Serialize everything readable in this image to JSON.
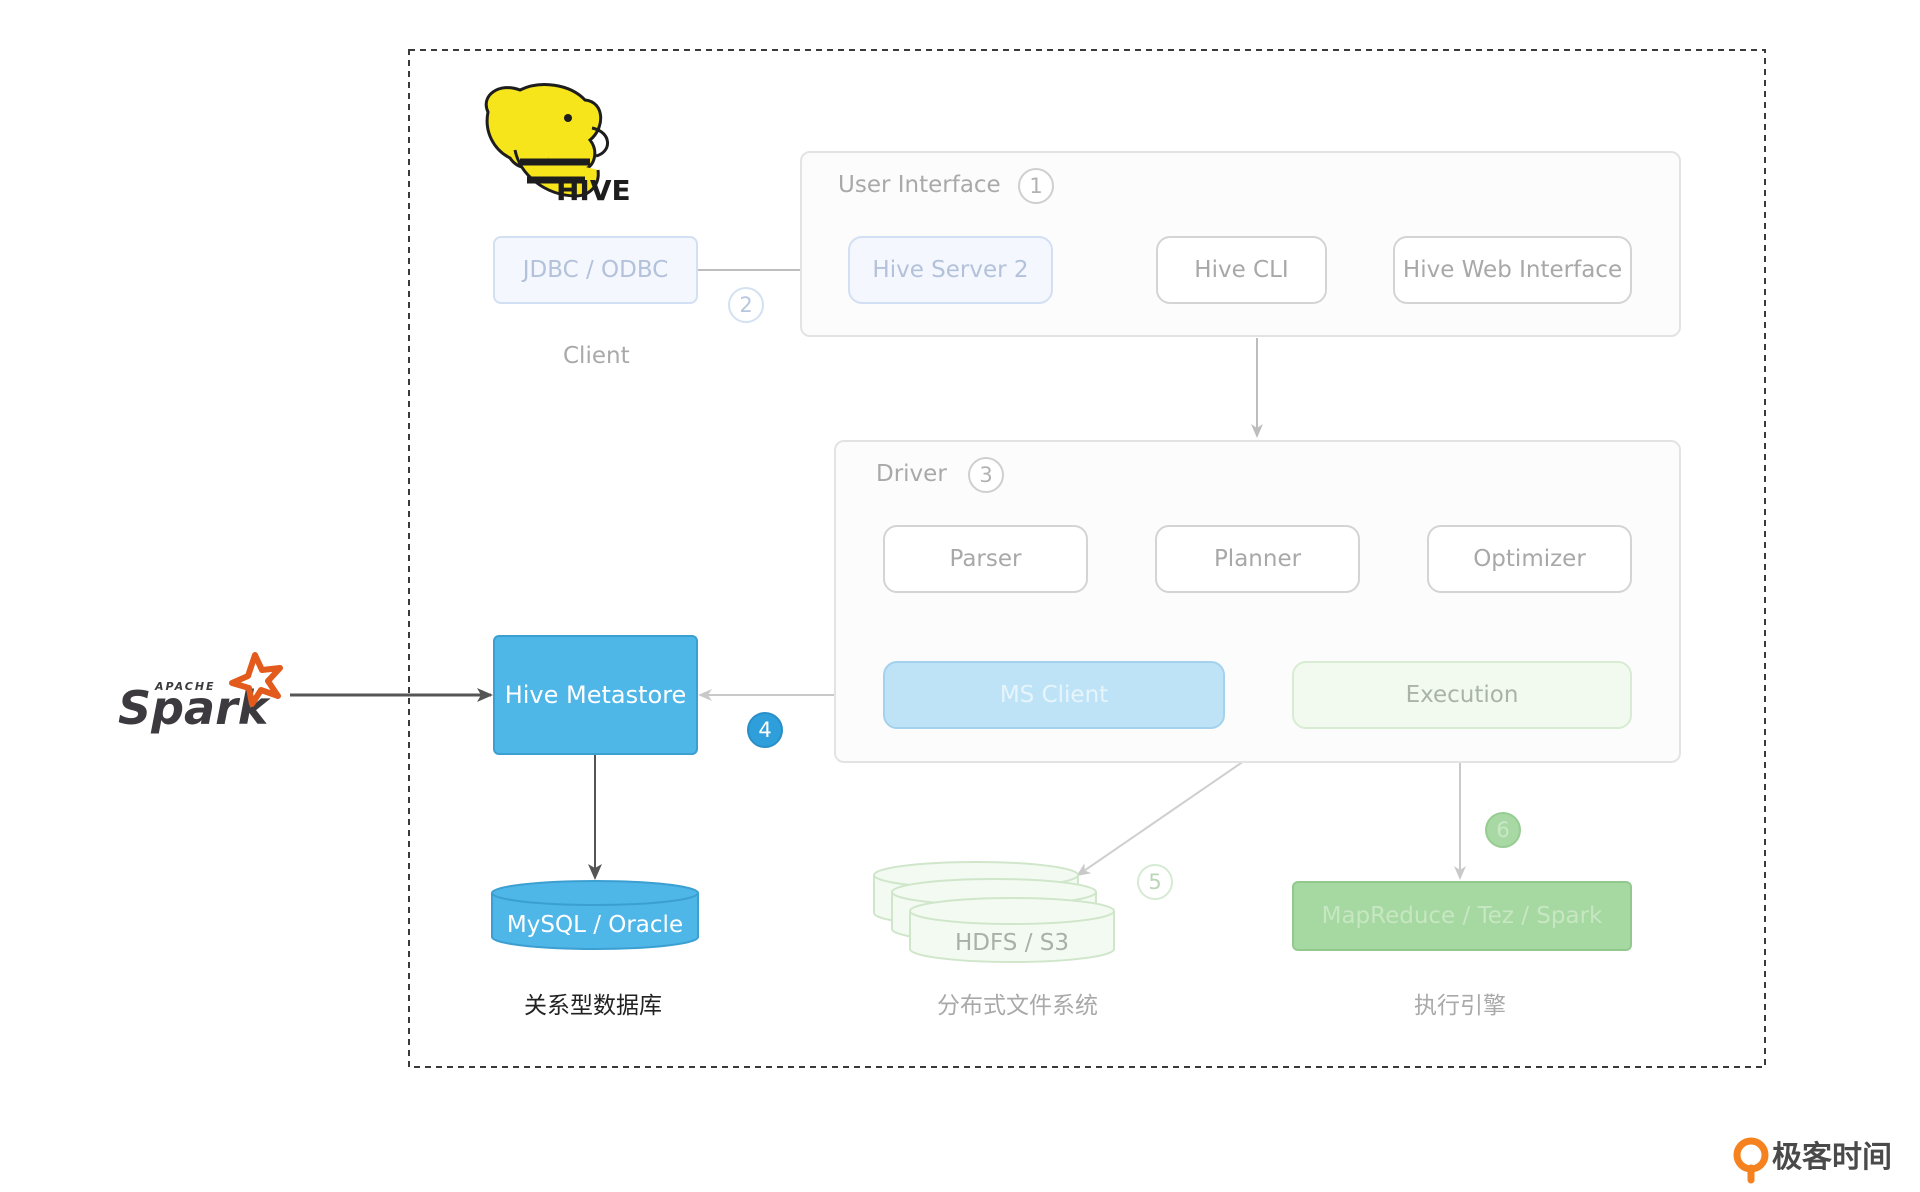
{
  "hive_logo_text": "HIVE",
  "spark_logo": {
    "apache": "APACHE",
    "name": "Spark"
  },
  "user_interface": {
    "title": "User Interface",
    "step": "1",
    "items": [
      "Hive Server 2",
      "Hive CLI",
      "Hive Web Interface"
    ]
  },
  "client": {
    "box": "JDBC / ODBC",
    "caption": "Client",
    "step": "2"
  },
  "driver": {
    "title": "Driver",
    "step": "3",
    "items": [
      "Parser",
      "Planner",
      "Optimizer"
    ],
    "ms_client": "MS Client",
    "execution": "Execution"
  },
  "metastore": {
    "label": "Hive Metastore",
    "step": "4"
  },
  "database": {
    "label": "MySQL / Oracle",
    "caption": "关系型数据库"
  },
  "storage": {
    "label": "HDFS / S3",
    "caption": "分布式文件系统",
    "step": "5"
  },
  "engine": {
    "label": "MapReduce / Tez / Spark",
    "caption": "执行引擎",
    "step": "6"
  },
  "brand": {
    "name": "极客时间"
  },
  "colors": {
    "metastore_blue": "#4fb6e8",
    "step_blue": "#2f9fdc",
    "engine_green": "#a6d8a1",
    "spark_orange": "#e25a1c",
    "hive_yellow": "#f7e51b",
    "brand_orange": "#f5821f"
  }
}
